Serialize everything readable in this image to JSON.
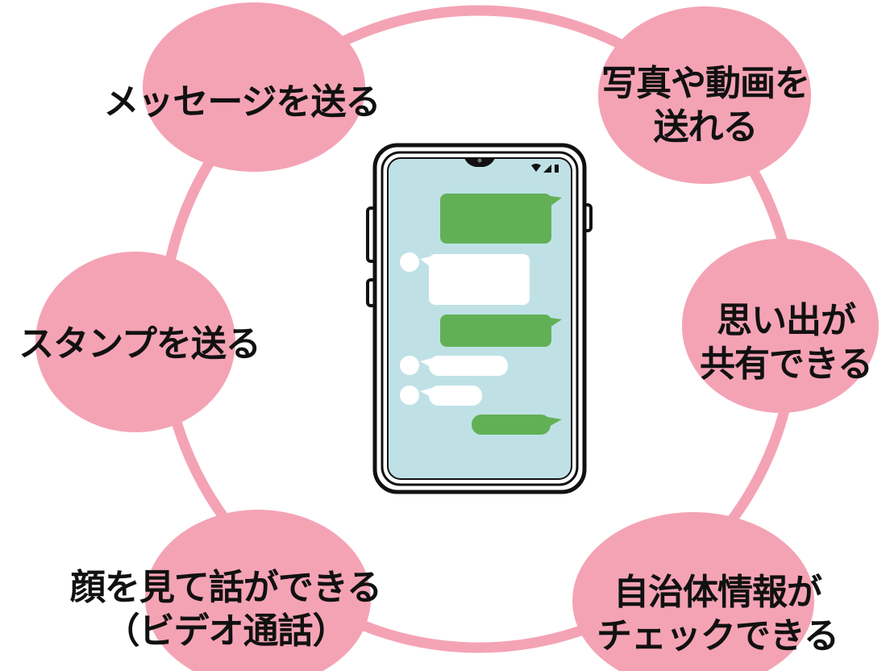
{
  "colors": {
    "pink": "#f4a3b5",
    "screen": "#bfe1e6",
    "green_bubble": "#62b055",
    "white_bubble": "#ffffff",
    "phone_outline": "#111111",
    "text": "#111111"
  },
  "features": [
    {
      "id": "message",
      "line1": "メッセージを送る",
      "line2": ""
    },
    {
      "id": "photo",
      "line1": "写真や動画を",
      "line2": "送れる"
    },
    {
      "id": "memories",
      "line1": "思い出が",
      "line2": "共有できる"
    },
    {
      "id": "local-info",
      "line1": "自治体情報が",
      "line2": "チェックできる"
    },
    {
      "id": "video-call",
      "line1": "顔を見て話ができる",
      "line2": "（ビデオ通話）"
    },
    {
      "id": "sticker",
      "line1": "スタンプを送る",
      "line2": ""
    }
  ],
  "phone": {
    "icons": [
      "wifi-icon",
      "signal-icon",
      "battery-icon"
    ]
  }
}
